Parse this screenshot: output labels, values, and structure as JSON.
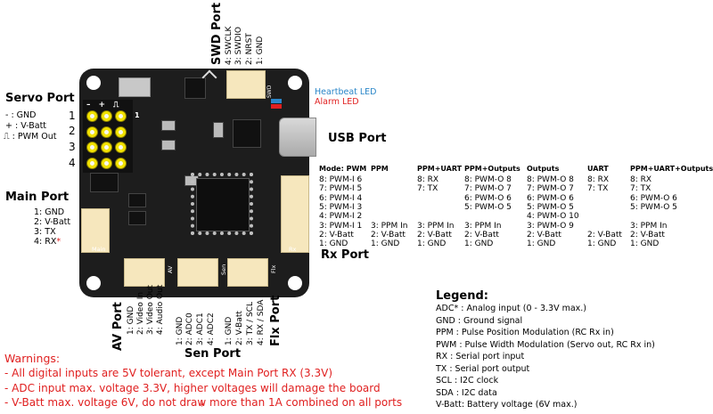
{
  "swd_port": {
    "title": "SWD Port",
    "pins": [
      "4: SWCLK",
      "3: SWDIO",
      "2: NRST",
      "1: GND"
    ],
    "board_label": "SWD"
  },
  "servo_port": {
    "title": "Servo Port",
    "pins": [
      "- : GND",
      "+ : V-Batt",
      "⎍ : PWM Out"
    ],
    "rows": [
      "1",
      "2",
      "3",
      "4"
    ],
    "header": [
      "–",
      "+",
      "⎍"
    ],
    "col1": "1"
  },
  "main_port": {
    "title": "Main Port",
    "pins": [
      "1: GND",
      "2: V-Batt",
      "3: TX",
      "4: RX"
    ],
    "asterisk": "*",
    "board_label": "Main"
  },
  "leds": {
    "heartbeat": "Heartbeat LED",
    "alarm": "Alarm LED",
    "heartbeat_color": "#2a86c8",
    "alarm_color": "#e02020"
  },
  "usb_port": {
    "title": "USB Port"
  },
  "rx_port": {
    "title": "Rx Port",
    "board_label": "Rx",
    "modes": [
      {
        "header": "Mode: PWM",
        "rows": [
          "8: PWM-I 6",
          "7: PWM-I 5",
          "6: PWM-I 4",
          "5: PWM-I 3",
          "4: PWM-I 2",
          "3: PWM-I 1",
          "2: V-Batt",
          "1: GND"
        ]
      },
      {
        "header": "PPM",
        "rows": [
          "3: PPM In",
          "2: V-Batt",
          "1: GND"
        ]
      },
      {
        "header": "PPM+UART",
        "rows": [
          "8: RX",
          "7: TX",
          "3: PPM In",
          "2: V-Batt",
          "1: GND"
        ]
      },
      {
        "header": "PPM+Outputs",
        "rows": [
          "8: PWM-O 8",
          "7: PWM-O 7",
          "6: PWM-O 6",
          "5: PWM-O 5",
          "3: PPM In",
          "2: V-Batt",
          "1: GND"
        ]
      },
      {
        "header": "Outputs",
        "rows": [
          "8: PWM-O 8",
          "7: PWM-O 7",
          "6: PWM-O 6",
          "5: PWM-O 5",
          "4: PWM-O 10",
          "3: PWM-O 9",
          "2: V-Batt",
          "1: GND"
        ]
      },
      {
        "header": "UART",
        "rows": [
          "8: RX",
          "7: TX",
          "2: V-Batt",
          "1: GND"
        ]
      },
      {
        "header": "PPM+UART+Outputs",
        "rows": [
          "8: RX",
          "7: TX",
          "6: PWM-O 6",
          "5: PWM-O 5",
          "3: PPM In",
          "2: V-Batt",
          "1: GND"
        ]
      }
    ]
  },
  "av_port": {
    "title": "AV Port",
    "pins": [
      "1: GND",
      "2: Video In",
      "3: Video Out",
      "4: Audio Out"
    ],
    "board_label": "AV"
  },
  "sen_port": {
    "title": "Sen Port",
    "pins": [
      "1: GND",
      "2: ADC0",
      "3: ADC1",
      "4: ADC2"
    ],
    "board_label": "Sen"
  },
  "flx_port": {
    "title": "Flx Port",
    "pins": [
      "1: GND",
      "2: V-Batt",
      "3: TX / SCL",
      "4: RX / SDA"
    ],
    "board_label": "Flx"
  },
  "legend": {
    "title": "Legend:",
    "items": [
      "ADC* : Analog input (0 - 3.3V max.)",
      "GND : Ground signal",
      "PPM : Pulse Position Modulation (RC Rx in)",
      "PWM : Pulse Width Modulation (Servo out, RC Rx in)",
      "RX : Serial port input",
      "TX : Serial port output",
      "SCL : I2C clock",
      "SDA : I2C data",
      "V-Batt: Battery voltage (6V max.)"
    ]
  },
  "warnings": {
    "title": "Warnings:",
    "items": [
      "- All digital inputs are 5V tolerant,  except Main Port RX (3.3V)",
      "- ADC input max. voltage 3.3V, higher voltages will damage the board",
      "- V-Batt max. voltage 6V, do not draw more than 1A combined on all ports"
    ],
    "asterisk": "*",
    "color": "#e02020"
  }
}
